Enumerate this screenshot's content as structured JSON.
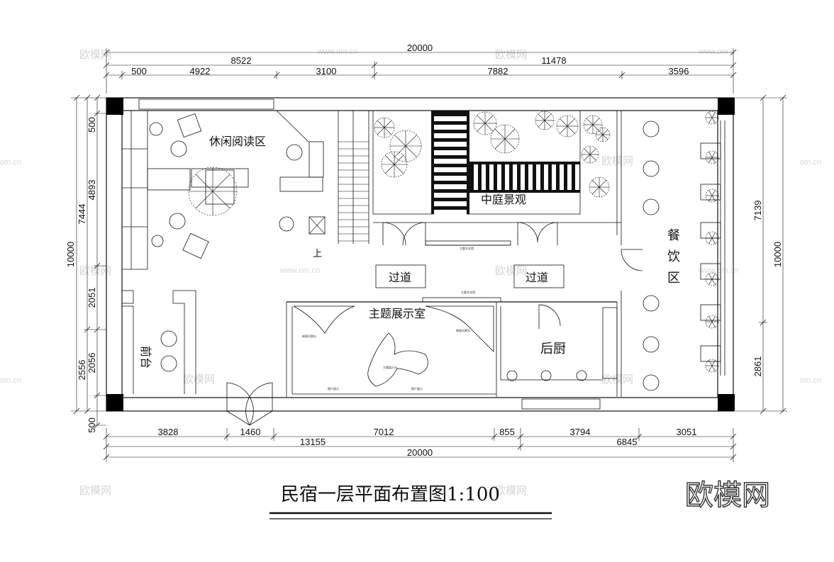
{
  "drawing": {
    "title": "民宿一层平面布置图1:100",
    "brand_mark": "欧模网"
  },
  "watermarks": {
    "brand": "欧模网",
    "site": "www.om.cn",
    "site_short": "om.cn"
  },
  "dimensions": {
    "top_total": "20000",
    "top_left_span": "8522",
    "top_right_span": "11478",
    "top_segments": [
      "500",
      "4922",
      "3100",
      "7882",
      "3596"
    ],
    "bottom_segments": [
      "3828",
      "1460",
      "7012",
      "855",
      "3794",
      "3051"
    ],
    "bottom_left_span": "13155",
    "bottom_right_span": "6845",
    "bottom_total": "20000",
    "left_total": "10000",
    "left_span_upper": "7444",
    "left_span_lower": "2556",
    "left_segments": [
      "500",
      "4893",
      "2051",
      "2056",
      "500"
    ],
    "right_total": "10000",
    "right_segments": [
      "7139",
      "2861"
    ]
  },
  "rooms": {
    "reading": "休闲阅读区",
    "courtyard": "中庭景观",
    "corridor_left": "过道",
    "corridor_right": "过道",
    "exhibition": "主题展示室",
    "kitchen": "后厨",
    "dining": "餐饮区",
    "reception": "前台",
    "stair_up": "上"
  },
  "fixture_notes": [
    "主题文化墙",
    "主题文化墙",
    "禅意风景台",
    "禅意风景台",
    "主题展示台",
    "图片展示",
    "图片展示"
  ],
  "colors": {
    "line": "#111111",
    "column": "#000000",
    "watermark": "#d4d4d4"
  }
}
